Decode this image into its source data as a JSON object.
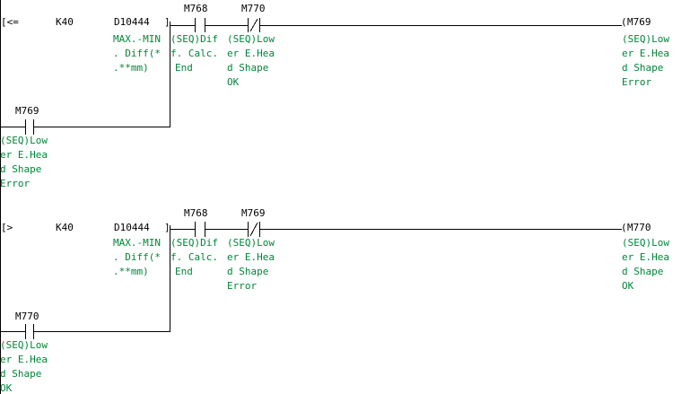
{
  "rungs": [
    {
      "compare": {
        "bracket_open": "[<=",
        "bracket_close": "]",
        "constant": "K40",
        "device": "D10444",
        "comment": [
          "MAX.-MIN",
          ". Diff(*",
          ".**mm)"
        ]
      },
      "contact_no": {
        "device": "M768",
        "comment": [
          "(SEQ)Dif",
          "f. Calc.",
          "End"
        ]
      },
      "contact_nc": {
        "device": "M770",
        "comment": [
          "(SEQ)Low",
          "er E.Hea",
          "d Shape",
          "OK"
        ]
      },
      "coil": {
        "open": "(",
        "device": "M769",
        "comment": [
          "(SEQ)Low",
          "er E.Hea",
          "d Shape",
          "Error"
        ]
      },
      "self_hold": {
        "device": "M769",
        "comment": [
          "(SEQ)Low",
          "er E.Hea",
          "d Shape",
          "Error"
        ]
      }
    },
    {
      "compare": {
        "bracket_open": "[>",
        "bracket_close": "]",
        "constant": "K40",
        "device": "D10444",
        "comment": [
          "MAX.-MIN",
          ". Diff(*",
          ".**mm)"
        ]
      },
      "contact_no": {
        "device": "M768",
        "comment": [
          "(SEQ)Dif",
          "f. Calc.",
          "End"
        ]
      },
      "contact_nc": {
        "device": "M769",
        "comment": [
          "(SEQ)Low",
          "er E.Hea",
          "d Shape",
          "Error"
        ]
      },
      "coil": {
        "open": "(",
        "device": "M770",
        "comment": [
          "(SEQ)Low",
          "er E.Hea",
          "d Shape",
          "OK"
        ]
      },
      "self_hold": {
        "device": "M770",
        "comment": [
          "(SEQ)Low",
          "er E.Hea",
          "d Shape",
          "OK"
        ]
      }
    }
  ],
  "colors": {
    "wire": "#000000",
    "operand": "#000000",
    "comment": "#00863a",
    "background": "#ffffff"
  }
}
